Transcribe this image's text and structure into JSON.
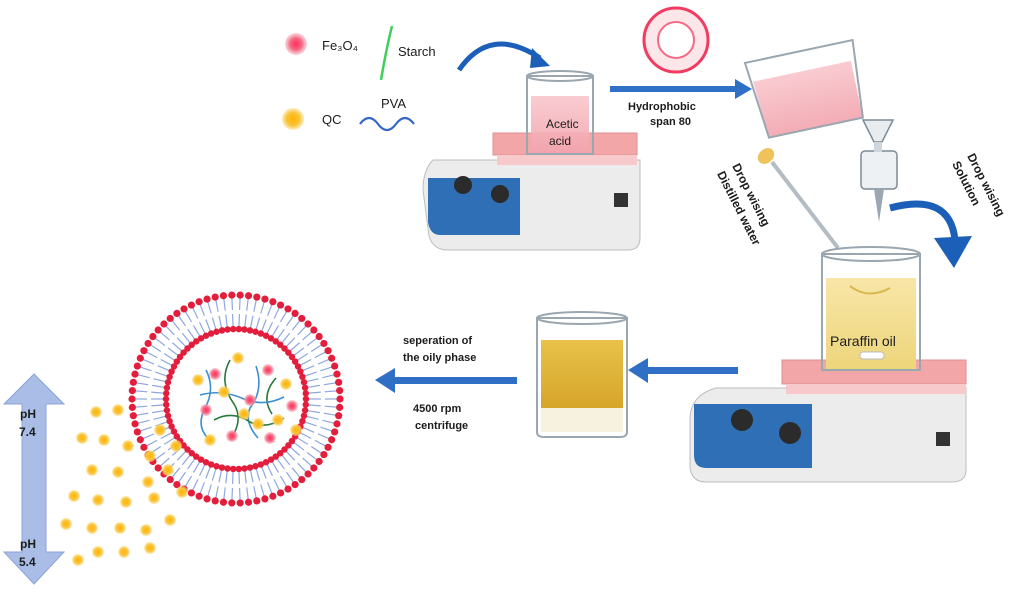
{
  "legend": {
    "fe3o4": "Fe₃O₄",
    "starch": "Starch",
    "qc": "QC",
    "pva": "PVA"
  },
  "labels": {
    "acetic_line1": "Acetic",
    "acetic_line2": "acid",
    "hydrophobic_line1": "Hydrophobic",
    "hydrophobic_line2": "span 80",
    "drop_water_line1": "Drop wising",
    "drop_water_line2": "Distilled water",
    "drop_solution_line1": "Drop wising",
    "drop_solution_line2": "Solution",
    "paraffin": "Paraffin oil",
    "separation_line1": "seperation of",
    "separation_line2": "the oily phase",
    "centrifuge_line1": "4500 rpm",
    "centrifuge_line2": "centrifuge",
    "ph_top_line1": "pH",
    "ph_top_line2": "7.4",
    "ph_bottom_line1": "pH",
    "ph_bottom_line2": "5.4"
  },
  "colors": {
    "fe3o4": "#f0506e",
    "qc": "#f5b825",
    "arrow_blue": "#2f6fc6",
    "ph_arrow": "#a9bde6",
    "membrane_red": "#e31e3c",
    "lipid_blue": "#8fa7e0",
    "hotplate_top": "#f2a6a8",
    "knob_panel": "#2f6fb6"
  }
}
